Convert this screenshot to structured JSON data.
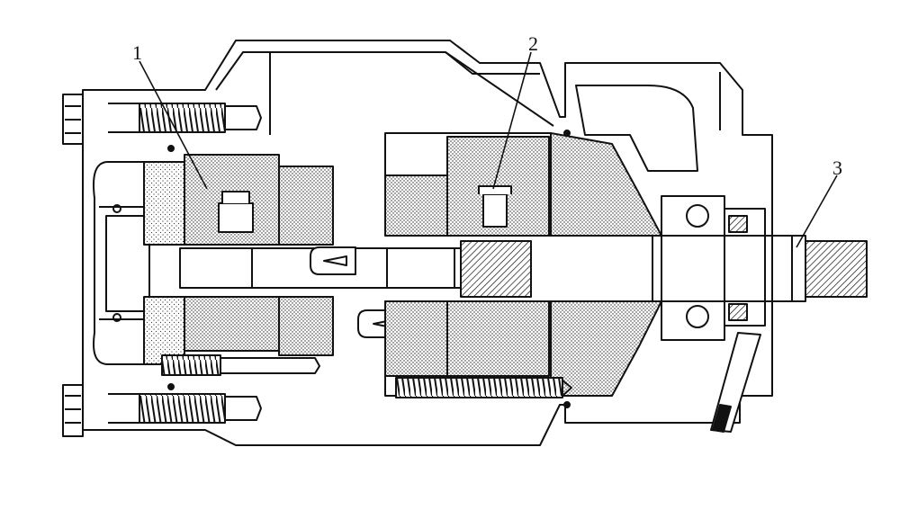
{
  "figure": {
    "type": "cross-section drawing",
    "subject": "gear-pump-section-icon"
  },
  "callouts": [
    {
      "label": "1"
    },
    {
      "label": "2"
    },
    {
      "label": "3"
    }
  ]
}
